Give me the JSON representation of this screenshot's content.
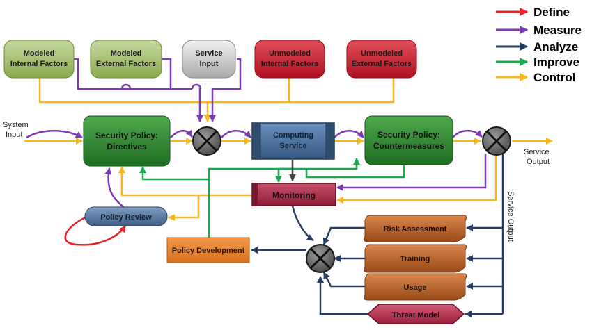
{
  "legend": [
    {
      "label": "Define",
      "color": "#e8202a"
    },
    {
      "label": "Measure",
      "color": "#7b3ab0"
    },
    {
      "label": "Analyze",
      "color": "#253c64"
    },
    {
      "label": "Improve",
      "color": "#19a84d"
    },
    {
      "label": "Control",
      "color": "#f7b71d"
    }
  ],
  "factors": {
    "modeled_internal": [
      "Modeled",
      "Internal Factors"
    ],
    "modeled_external": [
      "Modeled",
      "External Factors"
    ],
    "service_input": [
      "Service",
      "Input"
    ],
    "unmodeled_internal": [
      "Unmodeled",
      "Internal Factors"
    ],
    "unmodeled_external": [
      "Unmodeled",
      "External Factors"
    ]
  },
  "system_input": [
    "System",
    "Input"
  ],
  "directives": [
    "Security Policy:",
    "Directives"
  ],
  "computing_service": [
    "Computing",
    "Service"
  ],
  "countermeasures": [
    "Security Policy:",
    "Countermeasures"
  ],
  "service_output": [
    "Service",
    "Output"
  ],
  "service_output_vertical": "Service Output",
  "monitoring": "Monitoring",
  "policy_review": "Policy Review",
  "policy_development": "Policy Development",
  "risk_assessment": "Risk Assessment",
  "training": "Training",
  "usage": "Usage",
  "threat_model": "Threat Model"
}
